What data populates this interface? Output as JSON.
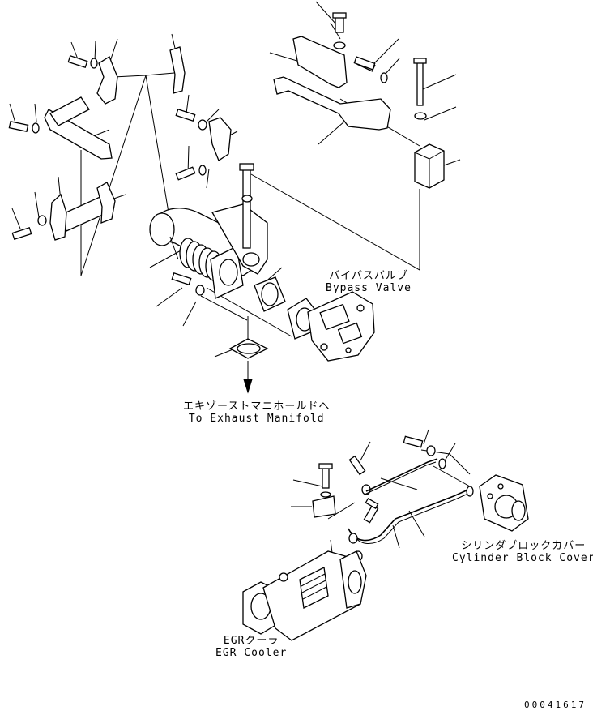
{
  "labels": {
    "bypass_valve": {
      "jp": "バイパスバルブ",
      "en": "Bypass Valve"
    },
    "exhaust_manifold": {
      "jp": "エキゾーストマニホールドへ",
      "en": "To Exhaust Manifold"
    },
    "cylinder_block_cover": {
      "jp": "シリンダブロックカバー",
      "en": "Cylinder Block Cover"
    },
    "egr_cooler": {
      "jp": "EGRクーラ",
      "en": "EGR Cooler"
    }
  },
  "document_number": "00041617"
}
